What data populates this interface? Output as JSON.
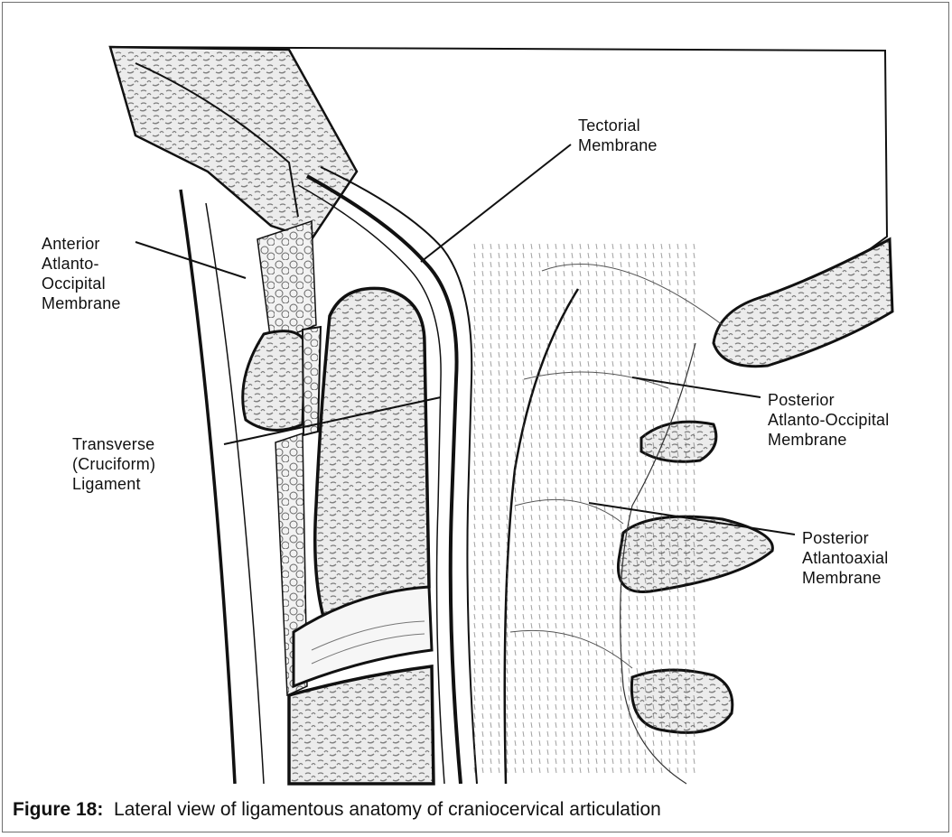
{
  "labels": {
    "tectorial": [
      "Tectorial",
      "Membrane"
    ],
    "anterior_ao": [
      "Anterior",
      "Atlanto-",
      "Occipital",
      "Membrane"
    ],
    "transverse": [
      "Transverse",
      "(Cruciform)",
      "Ligament"
    ],
    "posterior_ao": [
      "Posterior",
      "Atlanto-Occipital",
      "Membrane"
    ],
    "posterior_aa": [
      "Posterior",
      "Atlantoaxial",
      "Membrane"
    ]
  },
  "caption": {
    "figure_label": "Figure 18:",
    "text": "Lateral view of ligamentous anatomy of craniocervical articulation"
  },
  "colors": {
    "ink": "#111111",
    "frame": "#6e6e6e",
    "bone_fill": "#e9e9e9",
    "bone_texture": "#8a8a8a"
  }
}
